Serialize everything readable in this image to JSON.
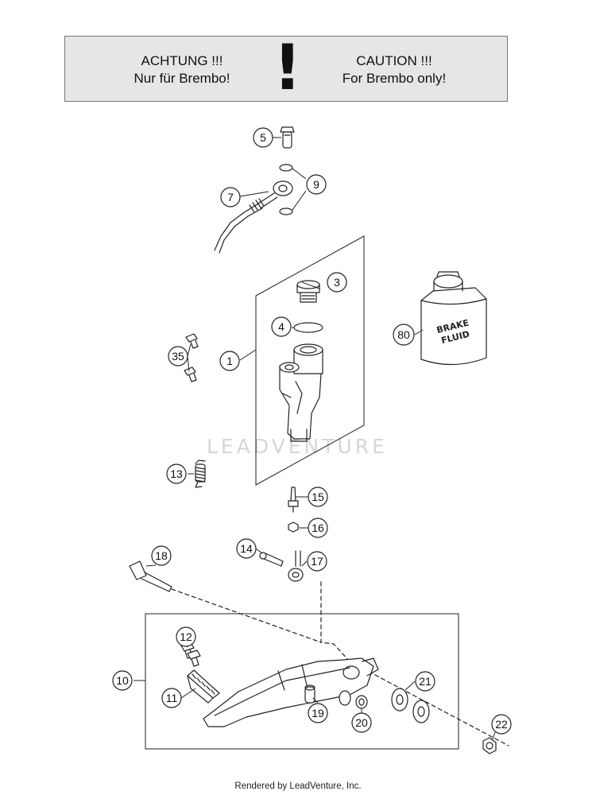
{
  "banner": {
    "left_line1": "ACHTUNG !!!",
    "left_line2": "Nur für Brembo!",
    "mark": "!",
    "right_line1": "CAUTION !!!",
    "right_line2": "For Brembo only!"
  },
  "callouts": {
    "c1": "1",
    "c3": "3",
    "c4": "4",
    "c5": "5",
    "c7": "7",
    "c9": "9",
    "c10": "10",
    "c11": "11",
    "c12": "12",
    "c13": "13",
    "c14": "14",
    "c15": "15",
    "c16": "16",
    "c17": "17",
    "c18": "18",
    "c19": "19",
    "c20": "20",
    "c21": "21",
    "c22": "22",
    "c35": "35",
    "c80": "80"
  },
  "brake_fluid_label": {
    "line1": "BRAKE",
    "line2": "FLUID"
  },
  "watermark": "LEADVENTURE",
  "footer": "Rendered by LeadVenture, Inc."
}
